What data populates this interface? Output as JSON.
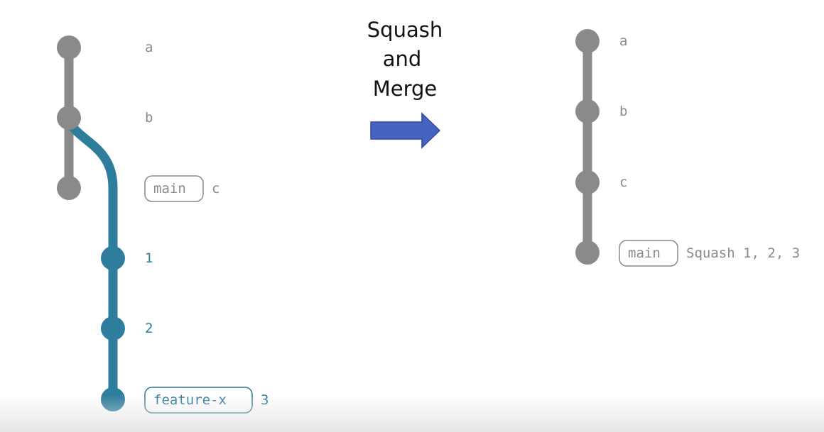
{
  "before": {
    "commits": [
      {
        "label": "a",
        "branch": "main"
      },
      {
        "label": "b",
        "branch": "main"
      },
      {
        "label": "c",
        "branch": "main"
      },
      {
        "label": "1",
        "branch": "feature"
      },
      {
        "label": "2",
        "branch": "feature"
      },
      {
        "label": "3",
        "branch": "feature"
      }
    ],
    "main_branch_label": "main",
    "feature_branch_label": "feature-x"
  },
  "transition": {
    "caption_lines": [
      "Squash",
      "and",
      "Merge"
    ]
  },
  "after": {
    "commits": [
      {
        "label": "a"
      },
      {
        "label": "b"
      },
      {
        "label": "c"
      },
      {
        "label": "Squash 1, 2, 3"
      }
    ],
    "main_branch_label": "main"
  },
  "colors": {
    "main_branch": "#8a8a8a",
    "feature_branch": "#2f7d9d",
    "arrow_fill": "#4763c1",
    "arrow_stroke": "#2e4a9a",
    "pill_border_gray": "#8a8a8a",
    "pill_border_blue": "#2f7d9d"
  }
}
